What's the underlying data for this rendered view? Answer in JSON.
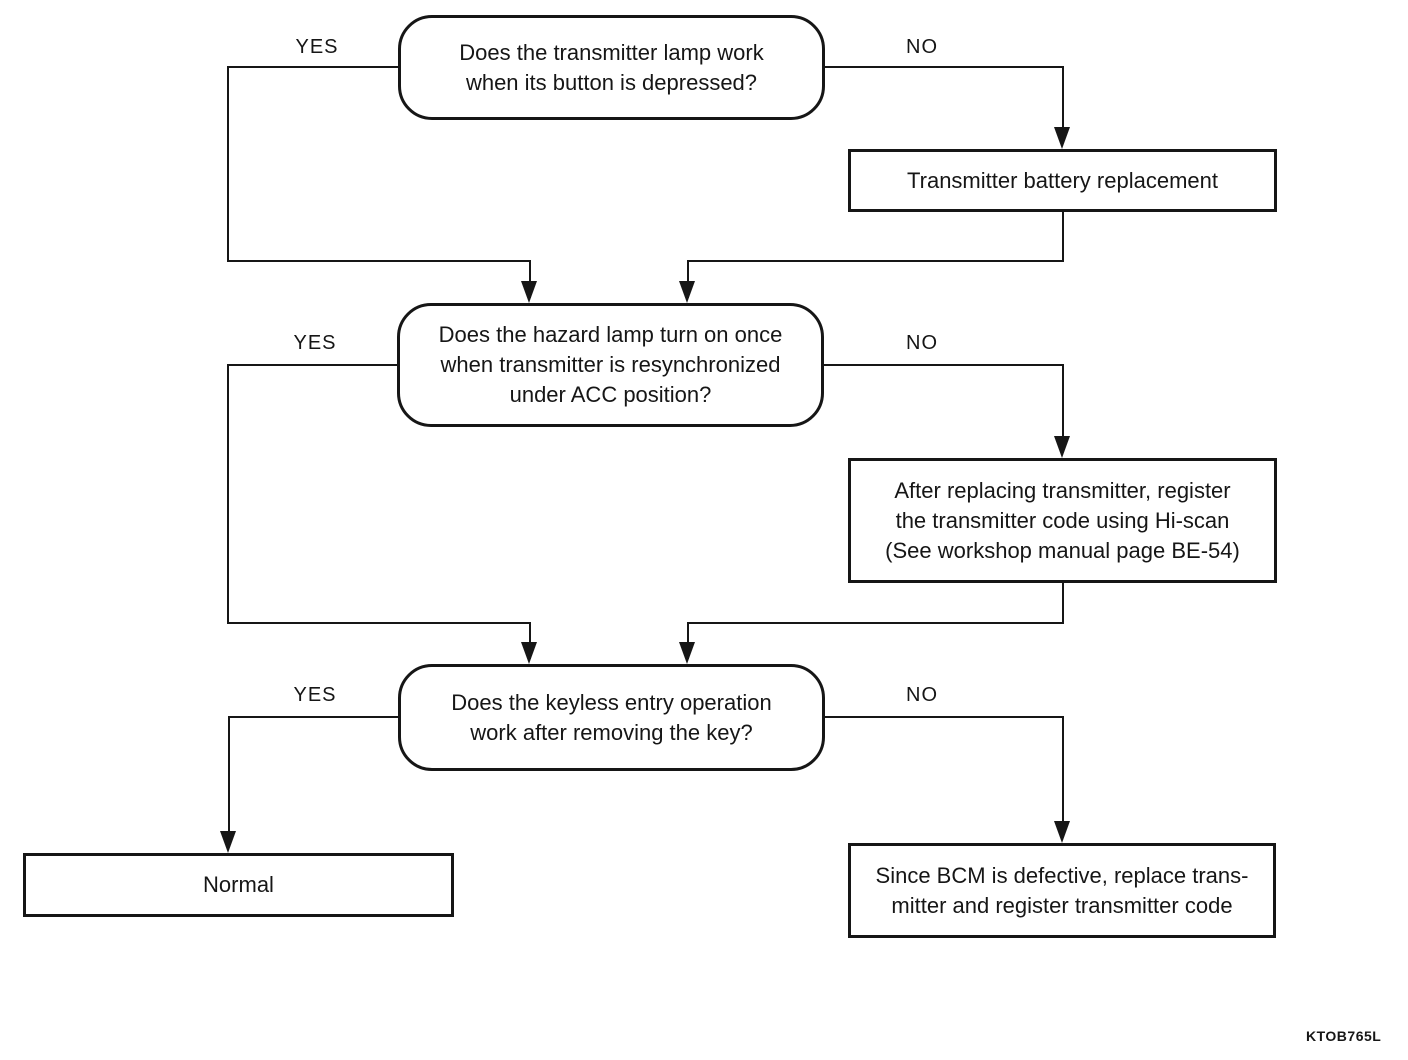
{
  "diagram": {
    "type": "flowchart",
    "ink_color": "#161616",
    "background_color": "#ffffff",
    "footer_code": "KTOB765L",
    "branch_labels": {
      "q1_yes": "YES",
      "q1_no": "NO",
      "q2_yes": "YES",
      "q2_no": "NO",
      "q3_yes": "YES",
      "q3_no": "NO"
    },
    "nodes": {
      "q1": {
        "shape": "rounded",
        "line1": "Does the transmitter lamp work",
        "line2": "when its button is depressed?"
      },
      "battery": {
        "shape": "rectangle",
        "line1": "Transmitter battery replacement"
      },
      "q2": {
        "shape": "rounded",
        "line1": "Does the hazard lamp turn on once",
        "line2": "when transmitter is resynchronized",
        "line3": "under ACC position?"
      },
      "hiscan": {
        "shape": "rectangle",
        "line1": "After replacing transmitter, register",
        "line2": "the transmitter code using Hi-scan",
        "line3": "(See workshop manual page BE-54)"
      },
      "q3": {
        "shape": "rounded",
        "line1": "Does the keyless entry operation",
        "line2": "work after removing the key?"
      },
      "normal": {
        "shape": "rectangle",
        "line1": "Normal"
      },
      "bcm": {
        "shape": "rectangle",
        "line1": "Since BCM is defective, replace trans-",
        "line2": "mitter and register transmitter code"
      }
    }
  }
}
